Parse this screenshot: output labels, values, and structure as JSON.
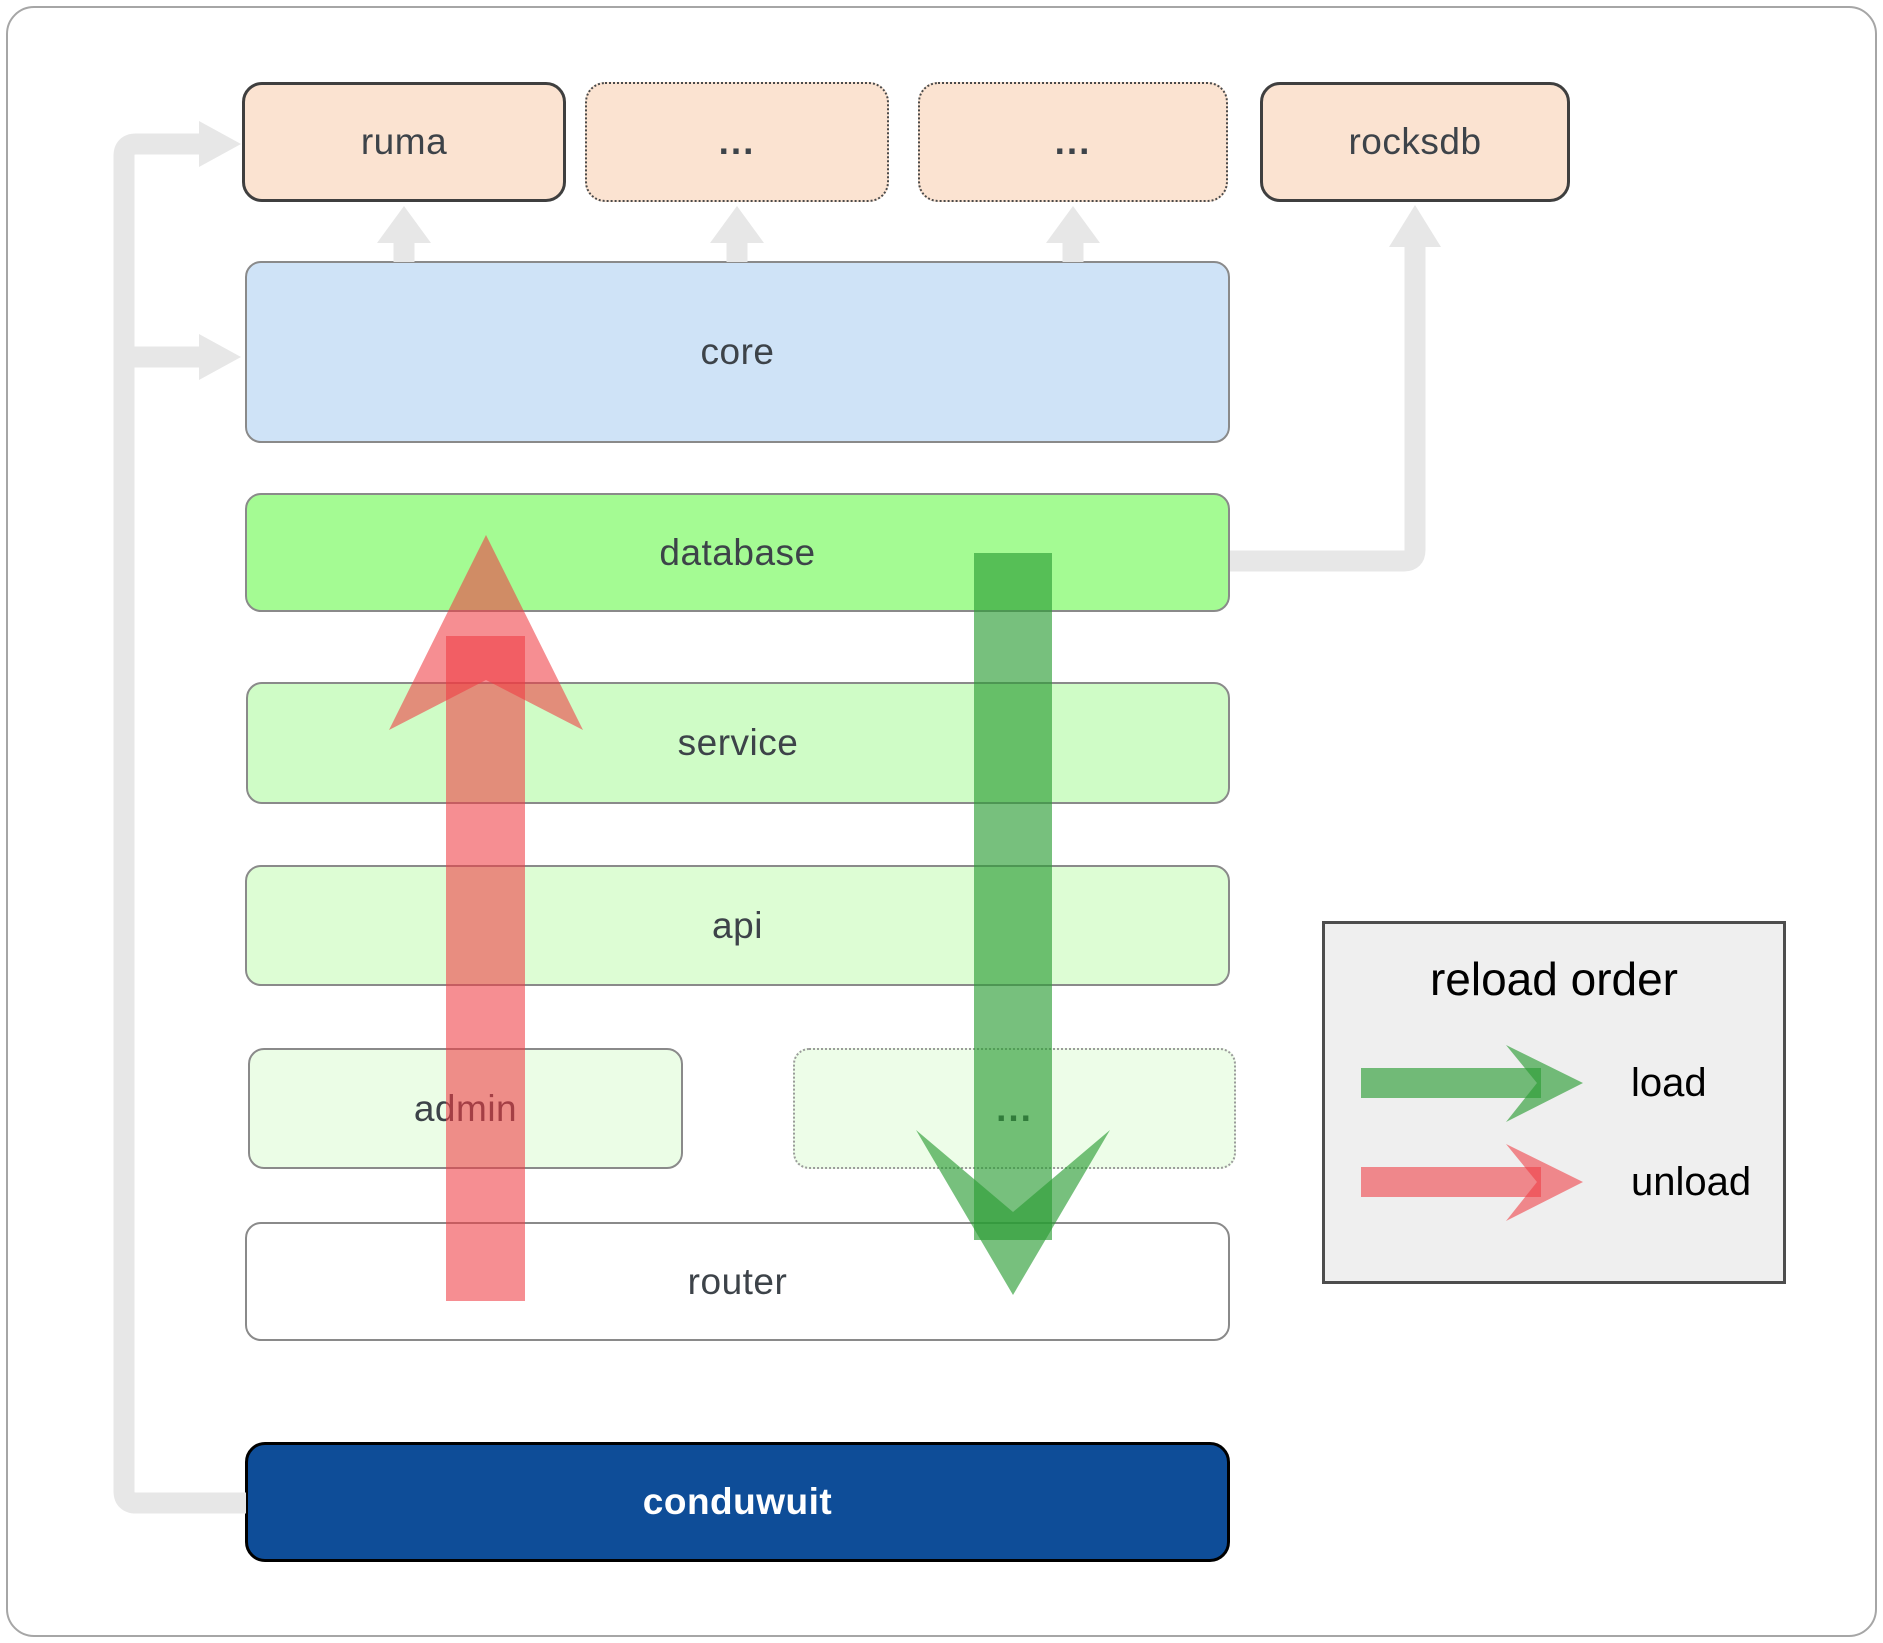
{
  "nodes": {
    "ruma": {
      "label": "ruma"
    },
    "extra_top_1": {
      "label": "..."
    },
    "extra_top_2": {
      "label": "..."
    },
    "rocksdb": {
      "label": "rocksdb"
    },
    "core": {
      "label": "core"
    },
    "database": {
      "label": "database"
    },
    "service": {
      "label": "service"
    },
    "api": {
      "label": "api"
    },
    "admin": {
      "label": "admin"
    },
    "extra_admin": {
      "label": "..."
    },
    "router": {
      "label": "router"
    },
    "conduwuit": {
      "label": "conduwuit"
    }
  },
  "legend": {
    "title": "reload order",
    "items": [
      {
        "icon": "load-arrow-icon",
        "label": "load",
        "color": "#2a9c33"
      },
      {
        "icon": "unload-arrow-icon",
        "label": "unload",
        "color": "#ef3d43"
      }
    ]
  },
  "colors": {
    "node_peach": "#fbe3d1",
    "node_core_blue": "#cfe3f7",
    "node_database_green": "#a4fb93",
    "node_service_green": "#cffcc6",
    "node_api_green": "#ddfdd4",
    "node_admin_green": "#ebfde6",
    "node_router_white": "#ffffff",
    "node_conduwuit_blue": "#0e4d98",
    "connector_gray": "#e7e7e7",
    "load_arrow_green": "#2a9c33",
    "unload_arrow_red": "#ef3d43",
    "legend_bg": "#efefef"
  }
}
